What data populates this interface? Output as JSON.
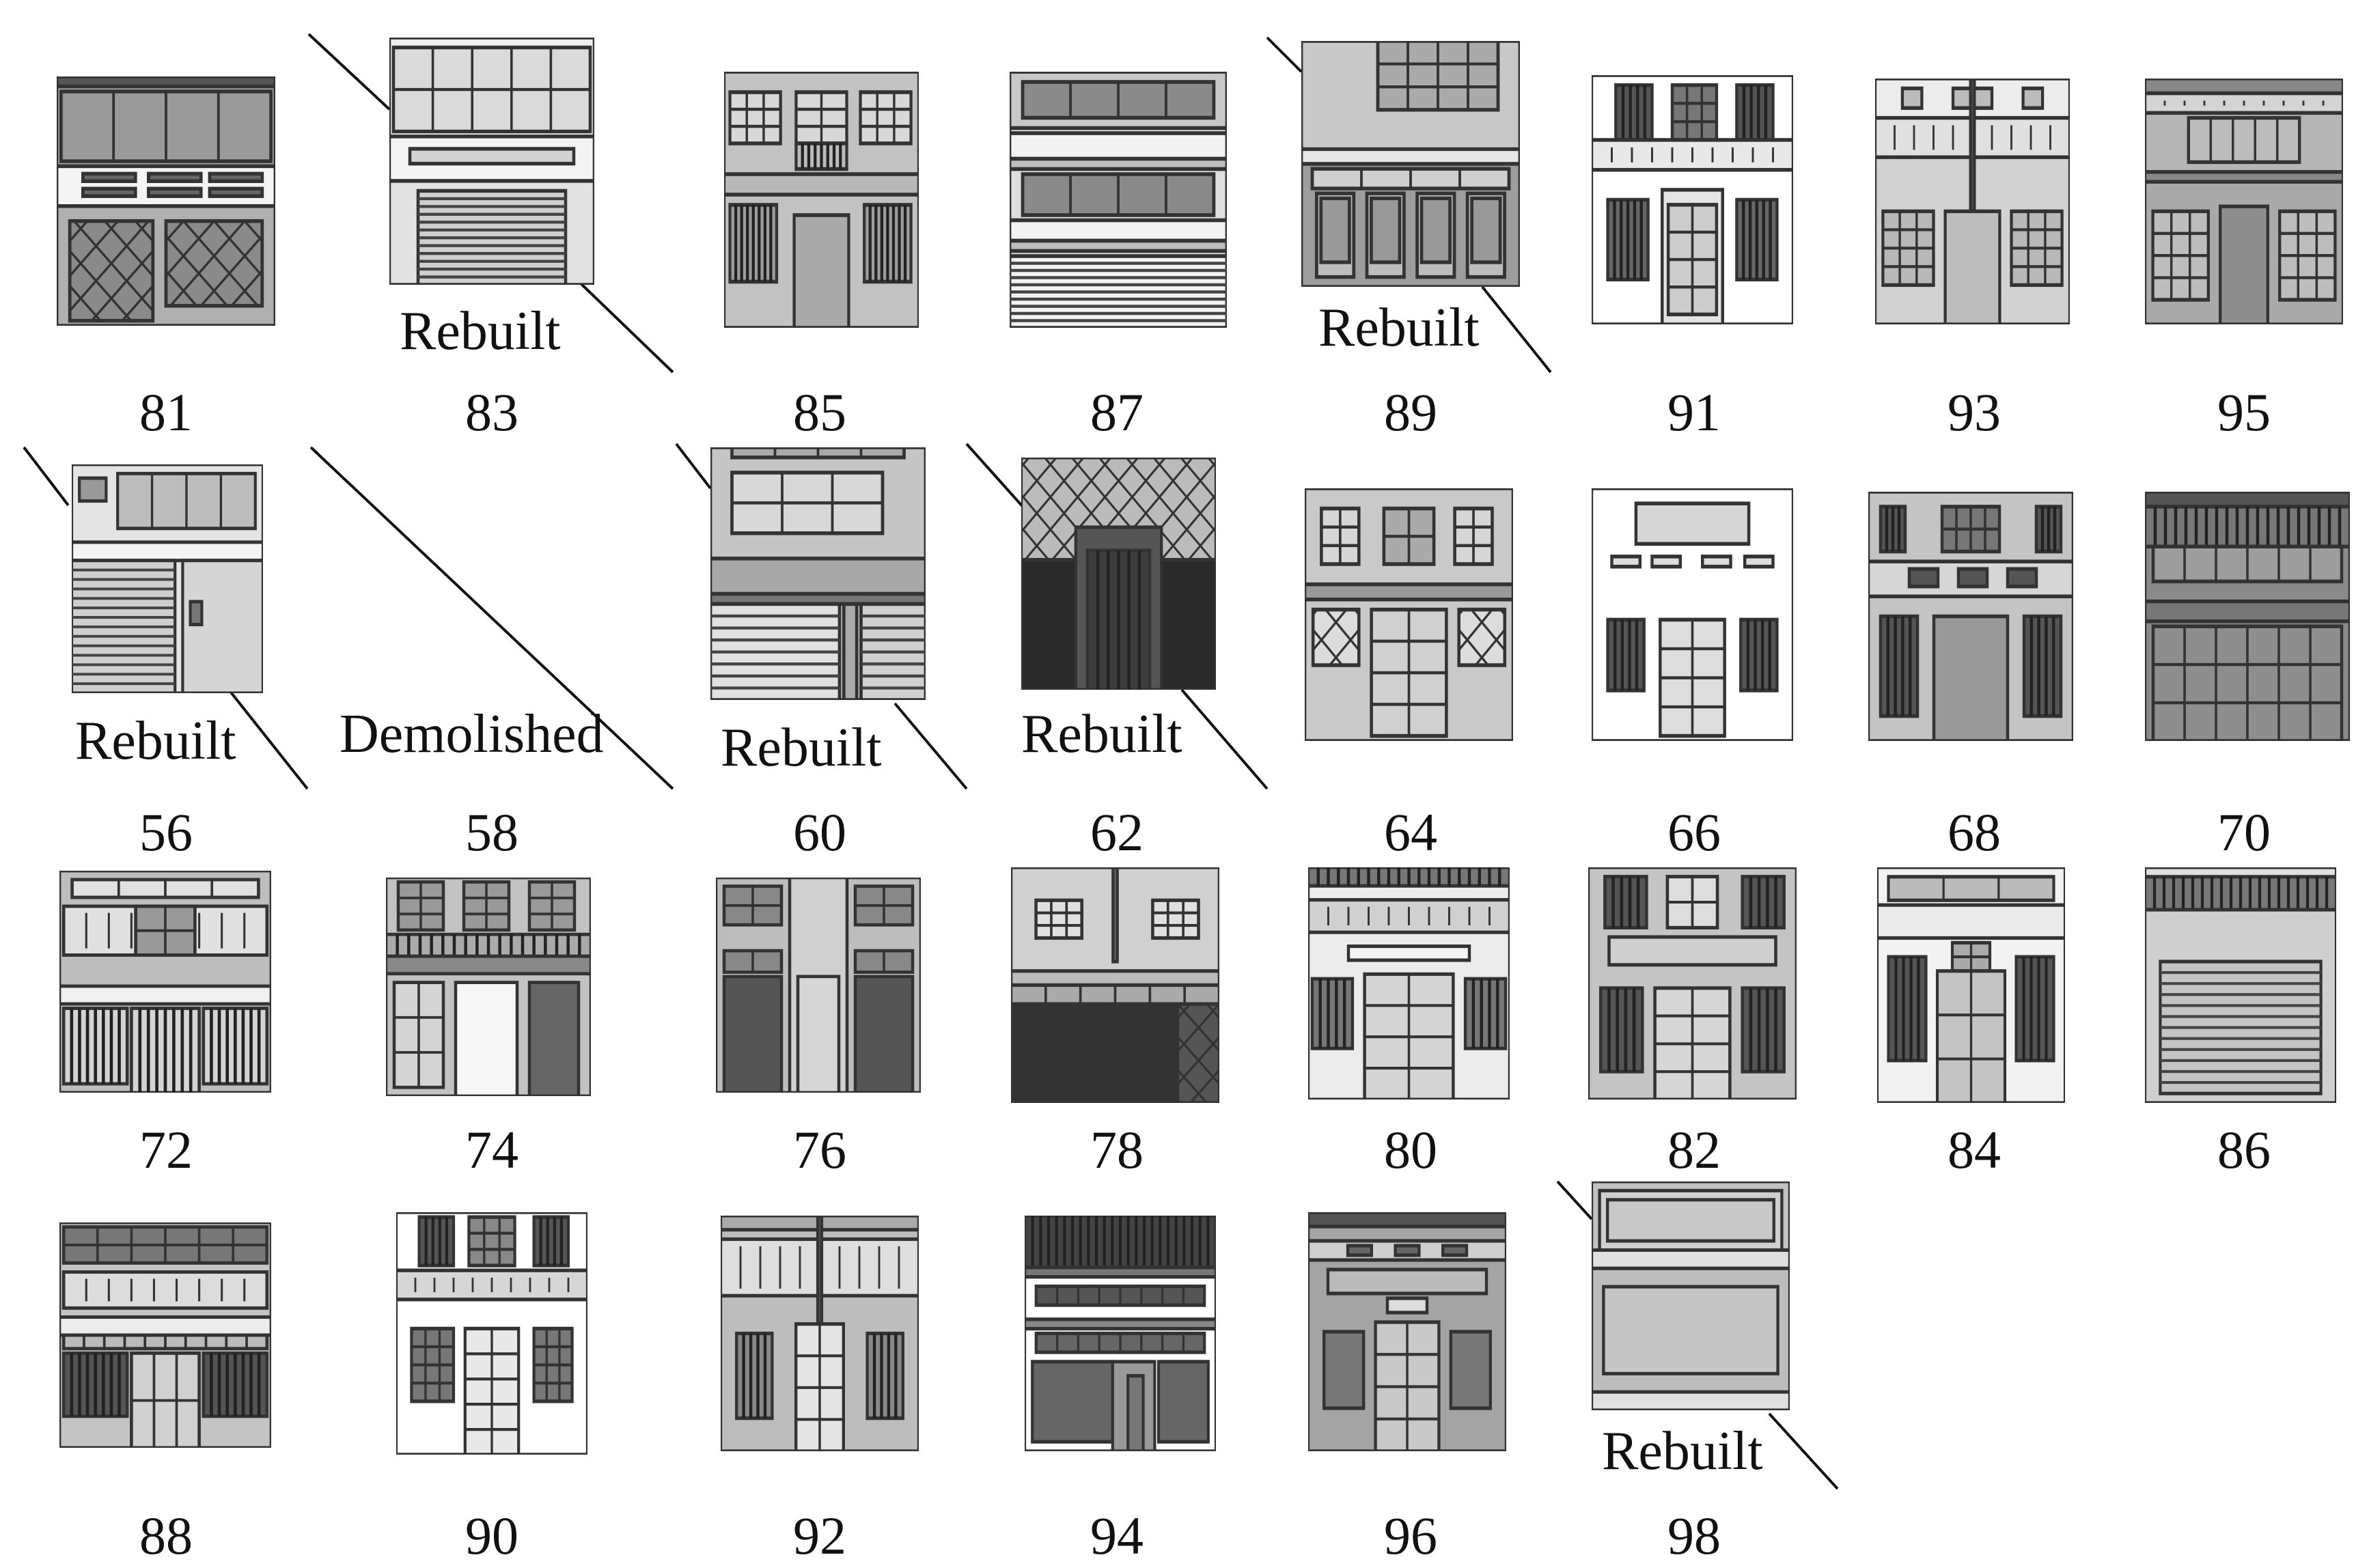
{
  "facades": [
    {
      "number": "81",
      "status": ""
    },
    {
      "number": "83",
      "status": "Rebuilt"
    },
    {
      "number": "85",
      "status": ""
    },
    {
      "number": "87",
      "status": ""
    },
    {
      "number": "89",
      "status": "Rebuilt"
    },
    {
      "number": "91",
      "status": ""
    },
    {
      "number": "93",
      "status": ""
    },
    {
      "number": "95",
      "status": ""
    },
    {
      "number": "56",
      "status": "Rebuilt"
    },
    {
      "number": "58",
      "status": "Demolished"
    },
    {
      "number": "60",
      "status": "Rebuilt"
    },
    {
      "number": "62",
      "status": "Rebuilt"
    },
    {
      "number": "64",
      "status": ""
    },
    {
      "number": "66",
      "status": ""
    },
    {
      "number": "68",
      "status": ""
    },
    {
      "number": "70",
      "status": ""
    },
    {
      "number": "72",
      "status": ""
    },
    {
      "number": "74",
      "status": ""
    },
    {
      "number": "76",
      "status": ""
    },
    {
      "number": "78",
      "status": ""
    },
    {
      "number": "80",
      "status": ""
    },
    {
      "number": "82",
      "status": ""
    },
    {
      "number": "84",
      "status": ""
    },
    {
      "number": "86",
      "status": ""
    },
    {
      "number": "88",
      "status": ""
    },
    {
      "number": "90",
      "status": ""
    },
    {
      "number": "92",
      "status": ""
    },
    {
      "number": "94",
      "status": ""
    },
    {
      "number": "96",
      "status": ""
    },
    {
      "number": "98",
      "status": "Rebuilt"
    }
  ]
}
